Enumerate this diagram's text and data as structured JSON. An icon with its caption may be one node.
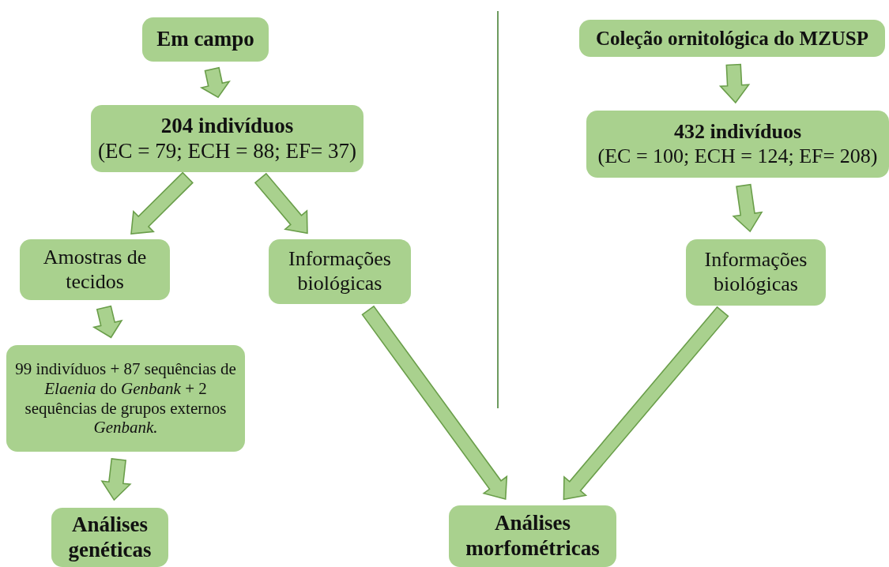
{
  "diagram": {
    "nodes": [
      {
        "text": [
          "Em campo"
        ]
      },
      {
        "text": [
          "204 indivíduos",
          "(EC = 79; ECH = 88; EF= 37)"
        ]
      },
      {
        "text": [
          "Amostras de tecidos"
        ]
      },
      {
        "text": [
          "Informações biológicas"
        ]
      },
      {
        "text": [
          "99 indivíduos + 87 sequências de *Elaenia* do *Genbank* + 2 sequências de grupos externos *Genbank.*"
        ]
      },
      {
        "text": [
          "Análises genéticas"
        ]
      },
      {
        "text": [
          "Análises morfométricas"
        ]
      },
      {
        "text": [
          "Coleção ornitológica do MZUSP"
        ]
      },
      {
        "text": [
          "432 indivíduos",
          "(EC = 100; ECH = 124; EF= 208)"
        ]
      },
      {
        "text": [
          "Informações biológicas"
        ]
      }
    ],
    "edges": [
      {
        "from": 0,
        "to": 1,
        "arrow": "to"
      },
      {
        "from": 1,
        "to": 2,
        "arrow": "to"
      },
      {
        "from": 1,
        "to": 3,
        "arrow": "to"
      },
      {
        "from": 2,
        "to": 4,
        "arrow": "to"
      },
      {
        "from": 4,
        "to": 5,
        "arrow": "to"
      },
      {
        "from": 3,
        "to": 6,
        "arrow": "to"
      },
      {
        "from": 7,
        "to": 8,
        "arrow": "to"
      },
      {
        "from": 8,
        "to": 9,
        "arrow": "to"
      },
      {
        "from": 9,
        "to": 6,
        "arrow": "to"
      }
    ]
  }
}
